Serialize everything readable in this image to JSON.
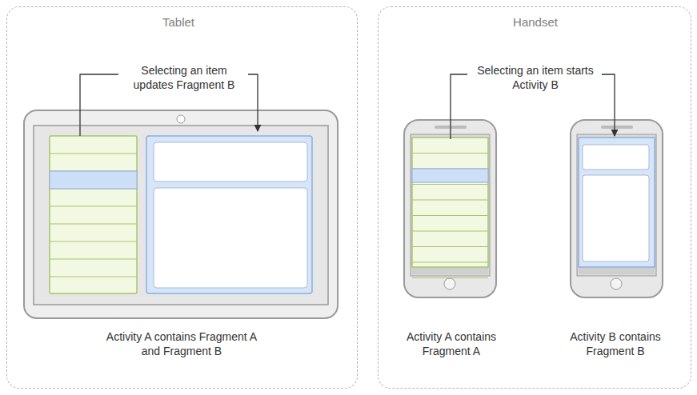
{
  "diagram": {
    "nodes": [
      {
        "text": [
          "Tablet",
          "Selecting an item updates Fragment B",
          "Activity A contains Fragment A and Fragment B"
        ]
      },
      {
        "text": [
          "Handset",
          "Selecting an item starts Activity B",
          "Activity A contains Fragment A",
          "Activity B contains Fragment B"
        ]
      }
    ]
  }
}
